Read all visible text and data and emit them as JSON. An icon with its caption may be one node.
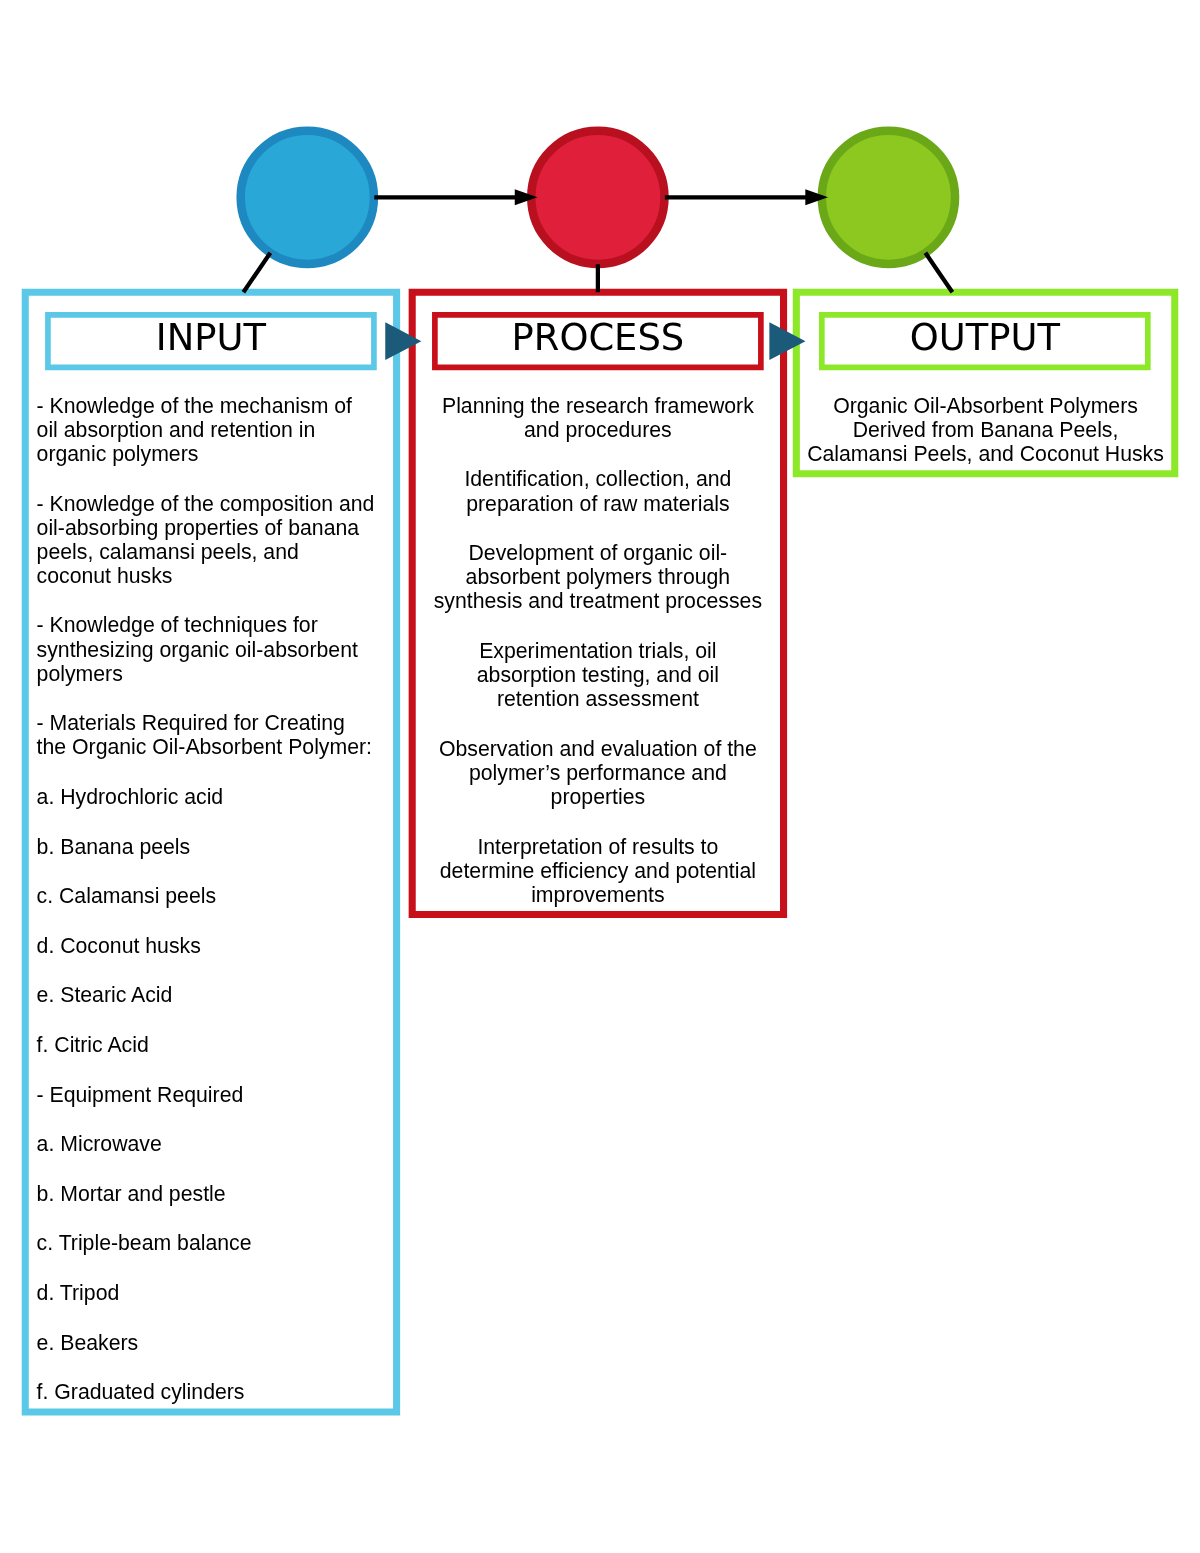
{
  "diagram": {
    "nodes": [
      {
        "text": [],
        "shape": "circle"
      },
      {
        "text": [],
        "shape": "circle"
      },
      {
        "text": [],
        "shape": "circle"
      },
      {
        "text": [
          "- Knowledge of the mechanism of oil absorption and retention in organic polymers",
          "- Knowledge of the composition and oil-absorbing properties of banana peels, calamansi peels, and coconut husks",
          "- Knowledge of techniques for synthesizing organic oil-absorbent polymers",
          "- Materials Required for Creating the Organic Oil-Absorbent Polymer:",
          "a. Hydrochloric acid",
          "b. Banana peels",
          "c. Calamansi peels",
          "d. Coconut husks",
          "e. Stearic Acid",
          "f. Citric Acid",
          "- Equipment Required",
          "a. Microwave",
          "b. Mortar and pestle",
          "c. Triple-beam balance",
          "d. Tripod",
          "e. Beakers",
          "f. Graduated cylinders"
        ]
      },
      {
        "text": [
          "INPUT"
        ],
        "in": 3
      },
      {
        "text": [
          "Planning the research framework and procedures",
          "Identification, collection, and preparation of raw materials",
          "Development of organic oil-absorbent polymers through synthesis and treatment processes",
          "Experimentation trials, oil absorption testing, and oil retention assessment",
          "Observation and evaluation of the polymer’s performance and properties",
          "Interpretation of results to determine efficiency and potential improvements"
        ]
      },
      {
        "text": [
          "PROCESS"
        ],
        "in": 5
      },
      {
        "text": [
          "Organic Oil-Absorbent Polymers Derived from Banana Peels, Calamansi Peels, and Coconut Husks"
        ]
      },
      {
        "text": [
          "OUTPUT"
        ],
        "in": 7
      }
    ],
    "edges": [
      {
        "from": 0,
        "to": 1,
        "arrow": "to"
      },
      {
        "from": 1,
        "to": 2,
        "arrow": "to"
      },
      {
        "from": 0,
        "to": 3,
        "arrow": "none"
      },
      {
        "from": 1,
        "to": 5,
        "arrow": "none"
      },
      {
        "from": 2,
        "to": 7,
        "arrow": "none"
      },
      {
        "from": 3,
        "to": 5,
        "arrow": "to",
        "style": "thick",
        "color": "#1b5a78"
      },
      {
        "from": 5,
        "to": 7,
        "arrow": "to",
        "style": "thick",
        "color": "#1b5a78"
      }
    ]
  }
}
